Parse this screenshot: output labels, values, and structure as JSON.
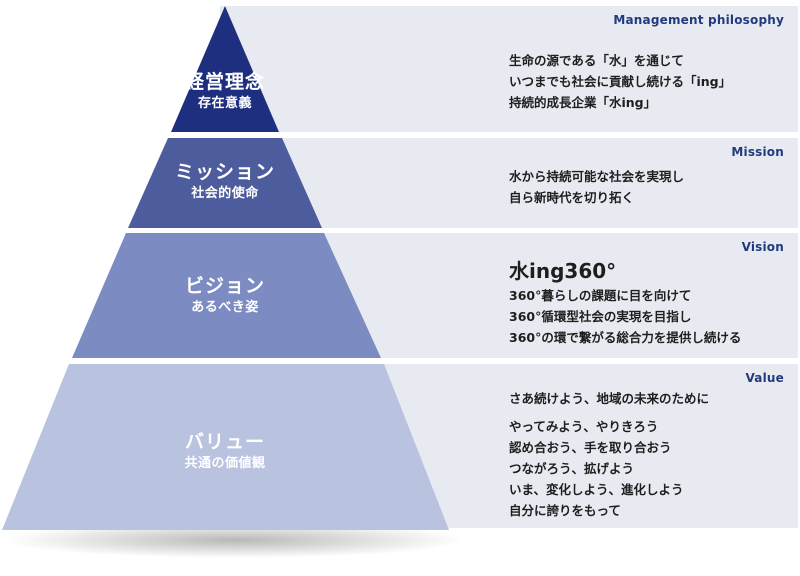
{
  "tiers": [
    {
      "title": "経営理念",
      "subtitle": "存在意義",
      "tag": "Management philosophy",
      "lines": [
        "生命の源である「水」を通じて",
        "いつまでも社会に貢献し続ける「ing」",
        "持続的成長企業「水ing」"
      ],
      "color": "#1f2f7f"
    },
    {
      "title": "ミッション",
      "subtitle": "社会的使命",
      "tag": "Mission",
      "lines": [
        "水から持続可能な社会を実現し",
        "自ら新時代を切り拓く"
      ],
      "color": "#4d5c9c"
    },
    {
      "title": "ビジョン",
      "subtitle": "あるべき姿",
      "tag": "Vision",
      "headline": "水ing360°",
      "lines": [
        "360°暮らしの課題に目を向けて",
        "360°循環型社会の実現を目指し",
        "360°の環で繋がる総合力を提供し続ける"
      ],
      "color": "#7c8bc1"
    },
    {
      "title": "バリュー",
      "subtitle": "共通の価値観",
      "tag": "Value",
      "lead": "さあ続けよう、地域の未来のために",
      "lines": [
        "やってみよう、やりきろう",
        "認め合おう、手を取り合おう",
        "つながろう、拡げよう",
        "いま、変化しよう、進化しよう",
        "自分に誇りをもって"
      ],
      "color": "#b9c2df"
    }
  ],
  "colors": {
    "panel": "#e7eaf0",
    "tag": "#223a7f"
  }
}
